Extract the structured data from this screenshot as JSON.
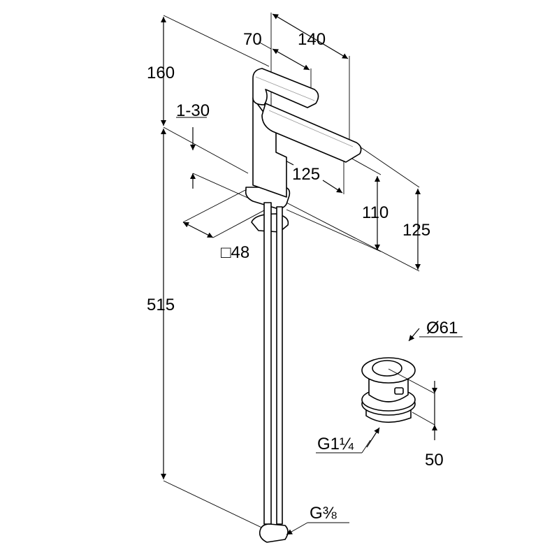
{
  "title": "Tap dimension drawing",
  "dimensions": {
    "handle_length": "70",
    "spout_reach_top": "140",
    "handle_height": "160",
    "worktop_thickness": "1-30",
    "spout_reach": "125",
    "spout_height": "110",
    "overall_spout_height": "125",
    "base_size": "□48",
    "hose_length": "515",
    "waste_diameter": "Ø61",
    "waste_thread": "G1¼",
    "waste_height": "50",
    "hose_thread": "G⅜"
  },
  "colors": {
    "line": "#000000",
    "background": "#ffffff"
  }
}
